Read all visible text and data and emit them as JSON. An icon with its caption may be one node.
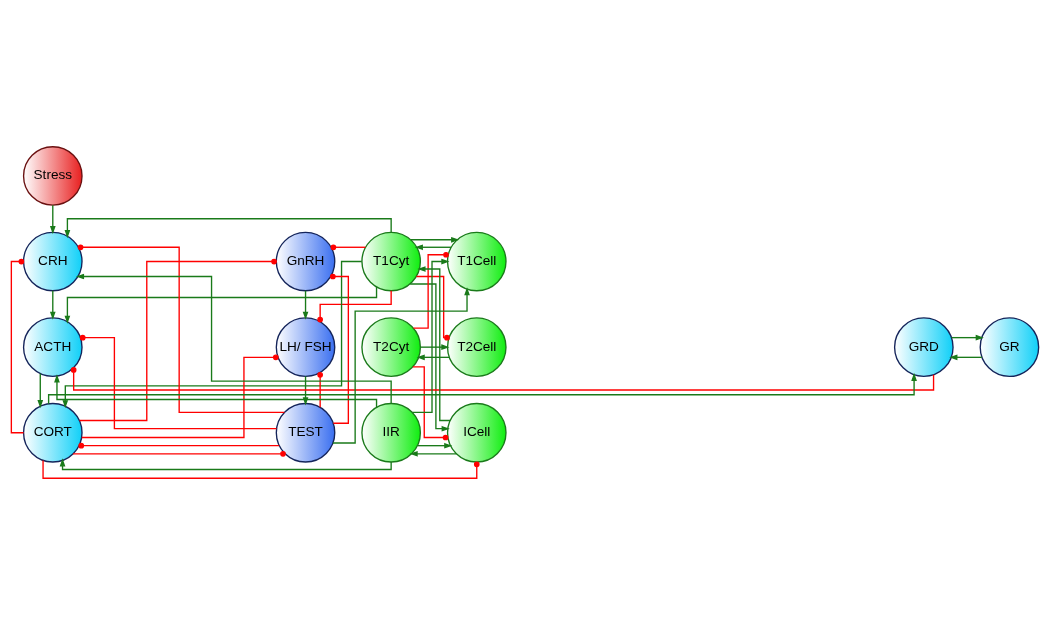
{
  "diagram": {
    "nodes": [
      {
        "text": [
          "Stress"
        ]
      },
      {
        "text": [
          "GnRH"
        ]
      },
      {
        "text": [
          "CRH"
        ]
      },
      {
        "text": [
          "T1Cyt"
        ]
      },
      {
        "text": [
          "T1Cell"
        ]
      },
      {
        "text": [
          "LH/ FSH"
        ]
      },
      {
        "text": [
          "ACTH"
        ]
      },
      {
        "text": [
          "GRD"
        ]
      },
      {
        "text": [
          "GR"
        ]
      },
      {
        "text": [
          "T2Cyt"
        ]
      },
      {
        "text": [
          "T2Cell"
        ]
      },
      {
        "text": [
          "TEST"
        ]
      },
      {
        "text": [
          "CORT"
        ]
      },
      {
        "text": [
          "IIR"
        ]
      },
      {
        "text": [
          "ICell"
        ]
      }
    ],
    "edges": [
      {
        "from": 0,
        "to": 2,
        "arrow": "to"
      },
      {
        "from": 1,
        "to": 5,
        "arrow": "to"
      },
      {
        "from": 5,
        "to": 11,
        "arrow": "to"
      },
      {
        "from": 2,
        "to": 6,
        "arrow": "to"
      },
      {
        "from": 6,
        "to": 12,
        "arrow": "to"
      },
      {
        "from": 8,
        "to": 7,
        "arrow": "to"
      },
      {
        "from": 7,
        "to": 8,
        "arrow": "to"
      },
      {
        "from": 3,
        "to": 4,
        "arrow": "to"
      },
      {
        "from": 4,
        "to": 3,
        "arrow": "to"
      },
      {
        "from": 9,
        "to": 10,
        "arrow": "to"
      },
      {
        "from": 10,
        "to": 9,
        "arrow": "to"
      },
      {
        "from": 13,
        "to": 14,
        "arrow": "to"
      },
      {
        "from": 14,
        "to": 13,
        "arrow": "to"
      },
      {
        "from": 12,
        "to": 7,
        "arrow": "to"
      },
      {
        "from": 3,
        "to": 12,
        "arrow": "to"
      },
      {
        "from": 3,
        "to": 2,
        "arrow": "to"
      },
      {
        "from": 3,
        "to": 6,
        "arrow": "to"
      },
      {
        "from": 13,
        "to": 2,
        "arrow": "to"
      },
      {
        "from": 13,
        "to": 6,
        "arrow": "to"
      },
      {
        "from": 13,
        "to": 12,
        "arrow": "to"
      },
      {
        "from": 11,
        "to": 4,
        "arrow": "to"
      },
      {
        "from": 13,
        "to": 4,
        "arrow": "to"
      },
      {
        "from": 14,
        "to": 3,
        "arrow": "to"
      },
      {
        "from": 3,
        "to": 14,
        "arrow": "to"
      },
      {
        "from": 3,
        "to": 5,
        "arrow": "other",
        "color": "#ff0000"
      },
      {
        "from": 3,
        "to": 1,
        "arrow": "other",
        "color": "#ff0000"
      },
      {
        "from": 11,
        "to": 1,
        "arrow": "other",
        "color": "#ff0000"
      },
      {
        "from": 12,
        "to": 1,
        "arrow": "other",
        "color": "#ff0000"
      },
      {
        "from": 11,
        "to": 2,
        "arrow": "other",
        "color": "#ff0000"
      },
      {
        "from": 12,
        "to": 2,
        "arrow": "other",
        "color": "#ff0000"
      },
      {
        "from": 11,
        "to": 5,
        "arrow": "other",
        "color": "#ff0000"
      },
      {
        "from": 12,
        "to": 5,
        "arrow": "other",
        "color": "#ff0000"
      },
      {
        "from": 11,
        "to": 6,
        "arrow": "other",
        "color": "#ff0000"
      },
      {
        "from": 7,
        "to": 6,
        "arrow": "other",
        "color": "#ff0000"
      },
      {
        "from": 12,
        "to": 11,
        "arrow": "other",
        "color": "#ff0000"
      },
      {
        "from": 11,
        "to": 12,
        "arrow": "other",
        "color": "#ff0000"
      },
      {
        "from": 12,
        "to": 14,
        "arrow": "other",
        "color": "#ff0000"
      },
      {
        "from": 9,
        "to": 4,
        "arrow": "other",
        "color": "#ff0000"
      },
      {
        "from": 3,
        "to": 10,
        "arrow": "other",
        "color": "#ff0000"
      },
      {
        "from": 9,
        "to": 14,
        "arrow": "other",
        "color": "#ff0000"
      }
    ]
  }
}
